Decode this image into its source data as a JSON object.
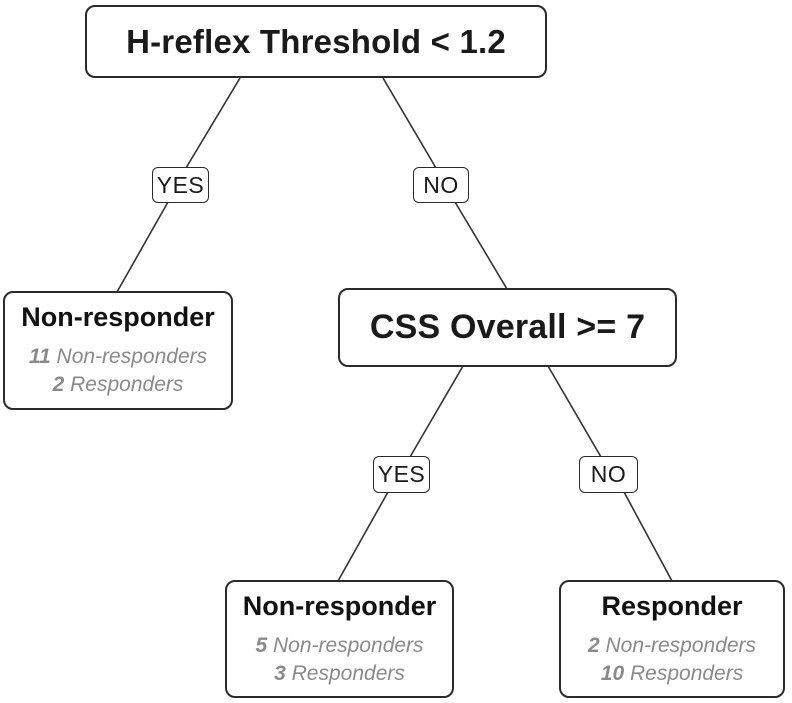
{
  "tree": {
    "nodes": {
      "root": {
        "label": "H-reflex Threshold < 1.2"
      },
      "css": {
        "label": "CSS Overall >= 7"
      }
    },
    "branches": {
      "yes1": "YES",
      "no1": "NO",
      "yes2": "YES",
      "no2": "NO"
    },
    "leaves": {
      "left": {
        "title": "Non-responder",
        "stats": [
          {
            "count": "11",
            "group": "Non-responders"
          },
          {
            "count": "2",
            "group": "Responders"
          }
        ]
      },
      "middle": {
        "title": "Non-responder",
        "stats": [
          {
            "count": "5",
            "group": "Non-responders"
          },
          {
            "count": "3",
            "group": "Responders"
          }
        ]
      },
      "right": {
        "title": "Responder",
        "stats": [
          {
            "count": "2",
            "group": "Non-responders"
          },
          {
            "count": "10",
            "group": "Responders"
          }
        ]
      }
    }
  },
  "colors": {
    "background": "#ffffff",
    "border": "#2b2b2b",
    "edge_line": "#333333",
    "text": "#1a1a1a",
    "muted_text": "#8a8a8a"
  }
}
